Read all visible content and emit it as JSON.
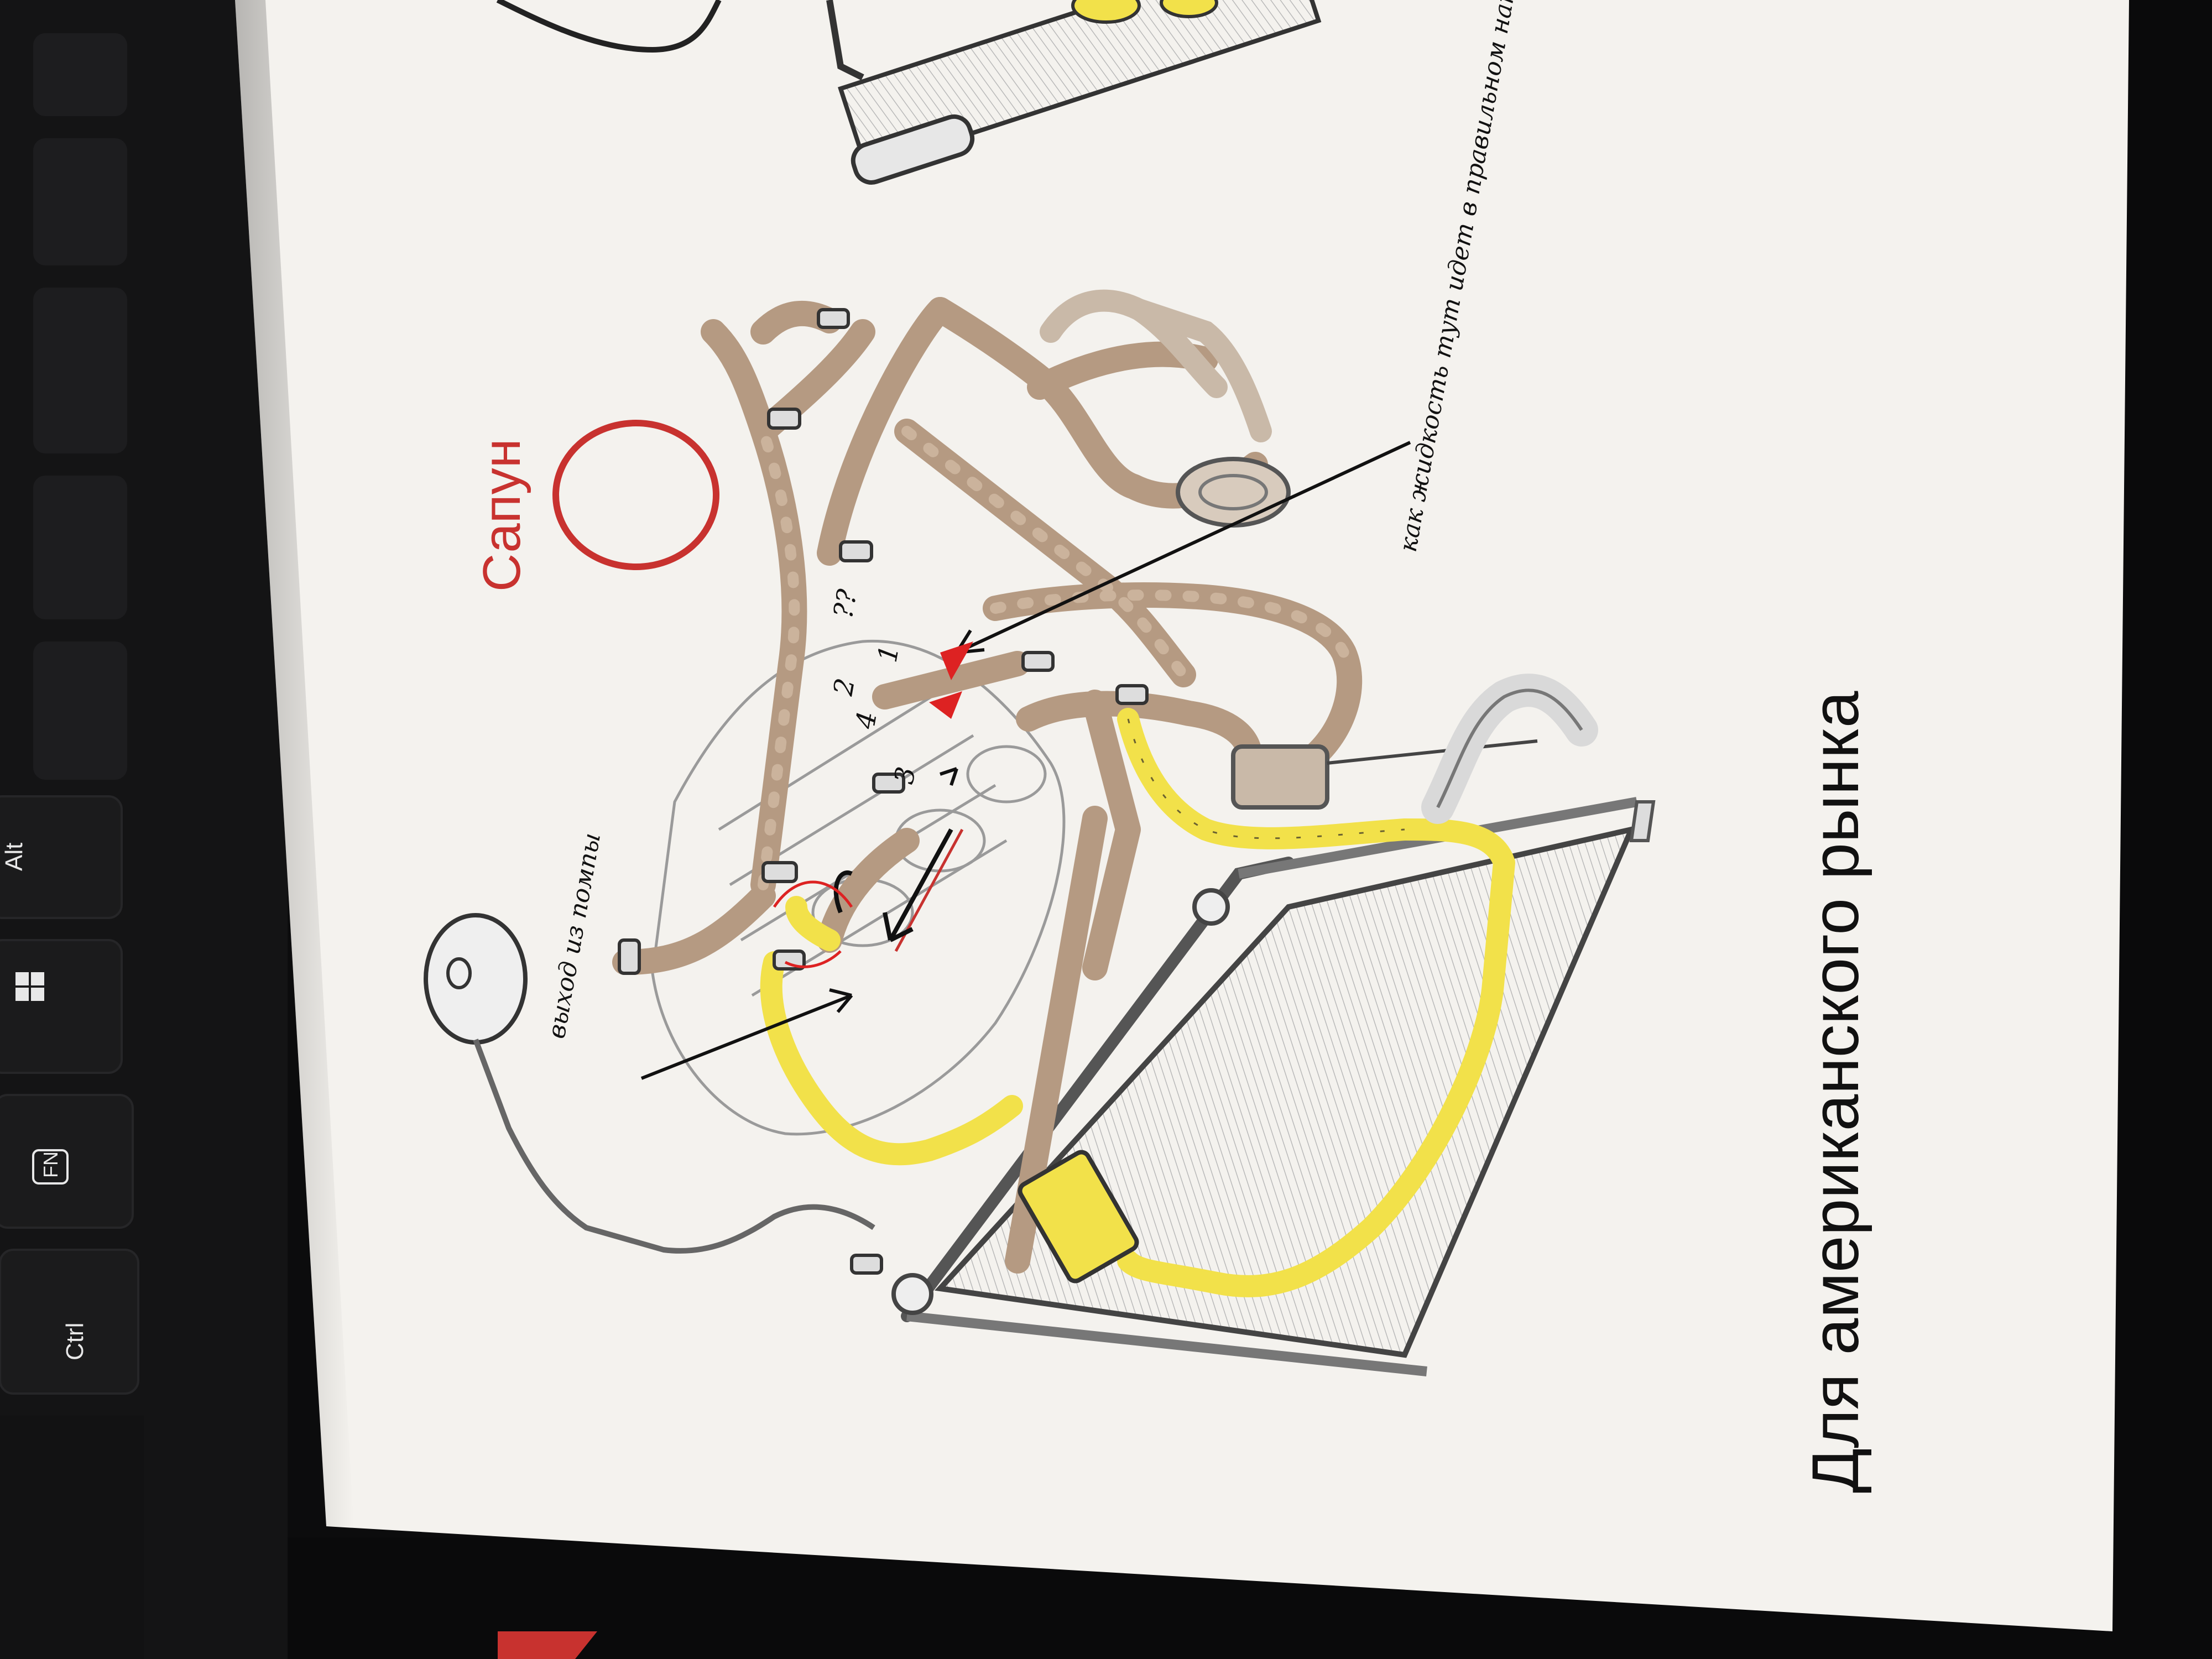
{
  "keyboard": {
    "keys": [
      {
        "label": "Alt"
      },
      {
        "label": "",
        "icon": "windows-logo-icon"
      },
      {
        "label": "FN"
      },
      {
        "label": "Ctrl"
      }
    ]
  },
  "paper": {
    "title": "Для американского рынка",
    "breather_label": "Сапун"
  },
  "annotations": {
    "question_main": "как жидкость тут идет в правильном направлении?!",
    "numbers": [
      "1",
      "2",
      "3",
      "4"
    ],
    "question_short": "??",
    "pump_outlet": "выход из помпы"
  },
  "colors": {
    "paper": "#f4f2ee",
    "hose_brown": "#b59a82",
    "hose_yellow": "#f2e14a",
    "red_circle": "#c8322f",
    "title_red": "#c8322f",
    "keyboard": "#141415"
  }
}
